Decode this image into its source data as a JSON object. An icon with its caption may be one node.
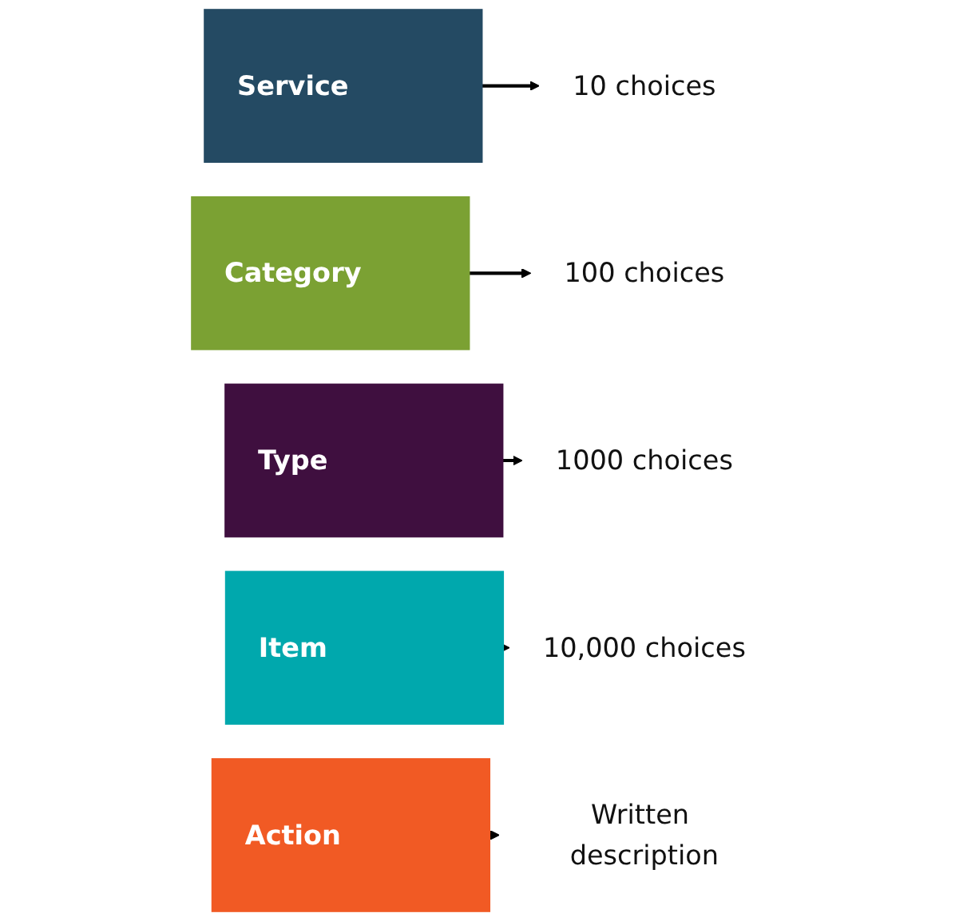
{
  "diagram": {
    "nodes": [
      {
        "text": [
          "Service"
        ]
      },
      {
        "text": [
          "Category"
        ]
      },
      {
        "text": [
          "Type"
        ]
      },
      {
        "text": [
          "Item"
        ]
      },
      {
        "text": [
          "Action"
        ]
      },
      {
        "text": [
          "10 choices"
        ]
      },
      {
        "text": [
          "100 choices"
        ]
      },
      {
        "text": [
          "1000 choices"
        ]
      },
      {
        "text": [
          "10,000 choices"
        ]
      },
      {
        "text": [
          "Written description"
        ]
      }
    ],
    "edges": [
      {
        "from": 0,
        "to": 5,
        "arrow": "to"
      },
      {
        "from": 1,
        "to": 6,
        "arrow": "to"
      },
      {
        "from": 2,
        "to": 7,
        "arrow": "to"
      },
      {
        "from": 3,
        "to": 8,
        "arrow": "to"
      },
      {
        "from": 4,
        "to": 9,
        "arrow": "to"
      }
    ]
  }
}
